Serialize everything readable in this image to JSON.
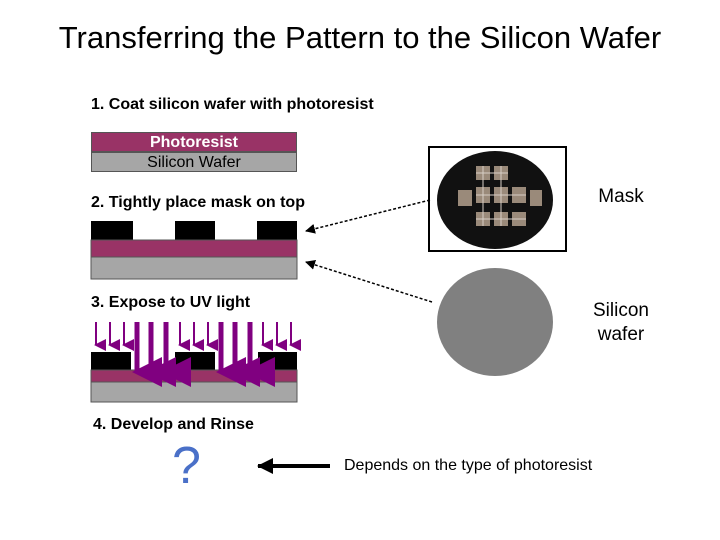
{
  "title": "Transferring the Pattern to the Silicon Wafer",
  "steps": {
    "s1": "1. Coat silicon wafer with photoresist",
    "s2": "2. Tightly place mask on top",
    "s3": "3. Expose to UV light",
    "s4": "4. Develop and Rinse"
  },
  "layers": {
    "photoresist": "Photoresist",
    "silicon": "Silicon Wafer"
  },
  "labels": {
    "mask": "Mask",
    "wafer_line1": "Silicon",
    "wafer_line2": "wafer"
  },
  "question": "?",
  "note": "Depends on the type of photoresist",
  "colors": {
    "photoresist": "#993366",
    "silicon": "#a6a6a6",
    "mask": "#000000",
    "uv": "#800080",
    "question": "#4a70c8"
  }
}
